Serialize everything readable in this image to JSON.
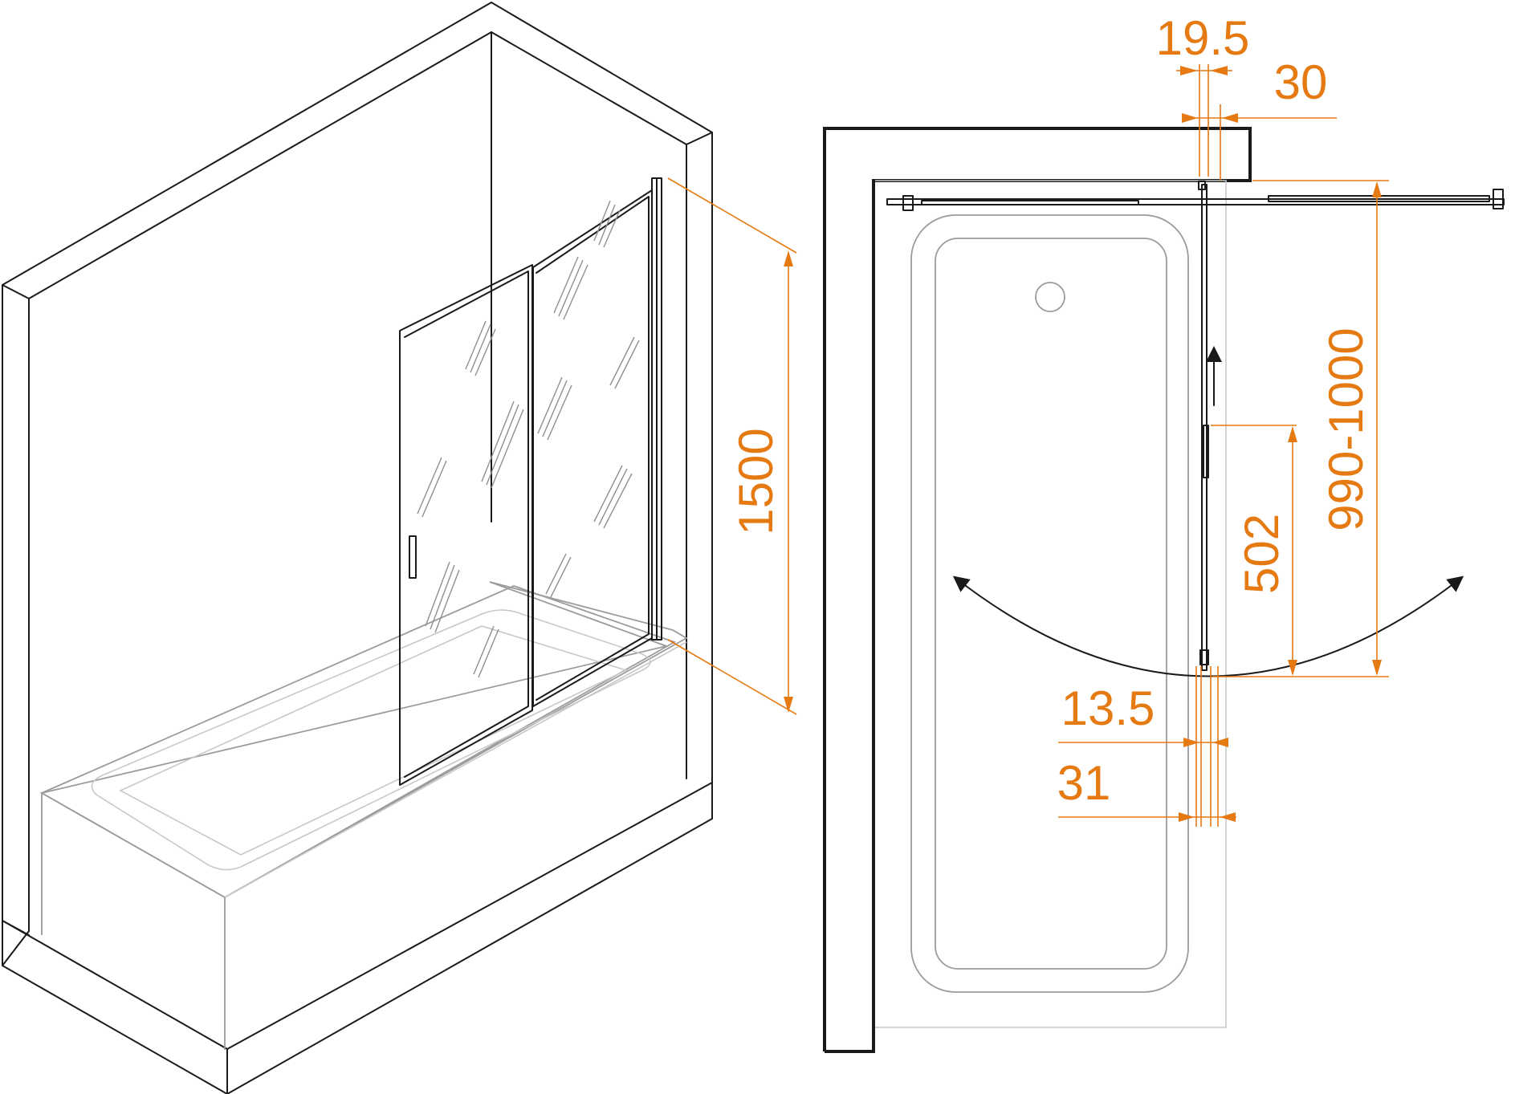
{
  "dimensions": {
    "height": "1500",
    "rail_offset": "19.5",
    "wall_gap": "30",
    "width_range": "990-1000",
    "panel_width": "502",
    "profile_thickness": "13.5",
    "total_thickness": "31"
  },
  "colors": {
    "dimension": "#e57a12",
    "line": "#1a1a1a",
    "bathtub": "#9b9b9b"
  }
}
